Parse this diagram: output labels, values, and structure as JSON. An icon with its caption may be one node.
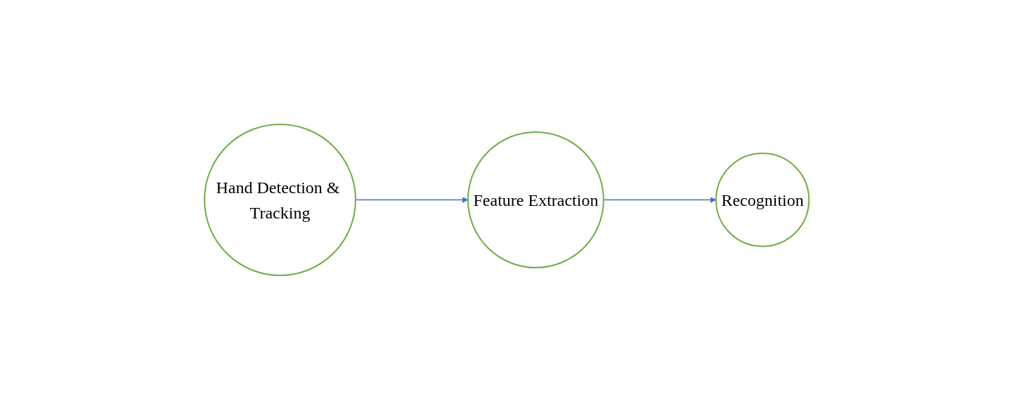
{
  "diagram": {
    "nodes": [
      {
        "text": [
          "Hand Detection & Tracking"
        ]
      },
      {
        "text": [
          "Feature Extraction"
        ]
      },
      {
        "text": [
          "Recognition"
        ]
      }
    ],
    "edges": [
      {
        "from": 0,
        "to": 1,
        "arrow": "to"
      },
      {
        "from": 1,
        "to": 2,
        "arrow": "to"
      }
    ]
  }
}
